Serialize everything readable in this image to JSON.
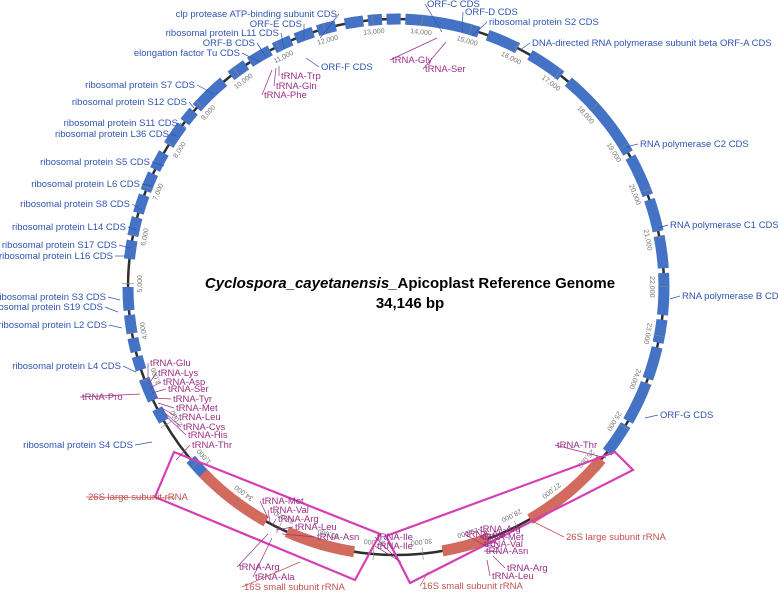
{
  "title": {
    "italic": "Cyclospora_cayetanensis_",
    "rest": "Apicoplast Reference Genome",
    "length": "34,146 bp"
  },
  "colors": {
    "backbone": "#2f2f2f",
    "cds": "#4472c4",
    "rrna": "#d36a5e",
    "trna": "#9b2d86",
    "cds_label": "#2f55b0",
    "rrna_label": "#c0504d",
    "box": "#d63fb4"
  },
  "ticks": [
    "1,000",
    "2,000",
    "3,000",
    "4,000",
    "5,000",
    "6,000",
    "7,000",
    "8,000",
    "9,000",
    "10,000",
    "11,000",
    "12,000",
    "13,000",
    "14,000",
    "15,000",
    "16,000",
    "17,000",
    "18,000",
    "19,000",
    "20,000",
    "21,000",
    "22,000",
    "23,000",
    "24,000",
    "25,000",
    "26,000",
    "27,000",
    "28,000",
    "29,000",
    "30,000",
    "31,000",
    "32,000",
    "33,000",
    "34,000"
  ],
  "labels": [
    {
      "text": "clp protease ATP-binding subunit CDS",
      "kind": "cds"
    },
    {
      "text": "ORF-E CDS",
      "kind": "cds"
    },
    {
      "text": "ribosomal protein L11 CDS",
      "kind": "cds"
    },
    {
      "text": "ORF-B CDS",
      "kind": "cds"
    },
    {
      "text": "elongation factor Tu CDS",
      "kind": "cds"
    },
    {
      "text": "ORF-F CDS",
      "kind": "cds"
    },
    {
      "text": "tRNA-Trp",
      "kind": "trna"
    },
    {
      "text": "tRNA-Gln",
      "kind": "trna"
    },
    {
      "text": "tRNA-Phe",
      "kind": "trna"
    },
    {
      "text": "ORF-C CDS",
      "kind": "cds"
    },
    {
      "text": "ORF-D CDS",
      "kind": "cds"
    },
    {
      "text": "ribosomal protein S2 CDS",
      "kind": "cds"
    },
    {
      "text": "DNA-directed RNA polymerase subunit beta ORF-A CDS",
      "kind": "cds"
    },
    {
      "text": "tRNA-Gly",
      "kind": "trna"
    },
    {
      "text": "tRNA-Ser",
      "kind": "trna"
    },
    {
      "text": "ribosomal protein S7 CDS",
      "kind": "cds"
    },
    {
      "text": "ribosomal protein S12 CDS",
      "kind": "cds"
    },
    {
      "text": "ribosomal protein S11 CDS",
      "kind": "cds"
    },
    {
      "text": "ribosomal protein L36 CDS",
      "kind": "cds"
    },
    {
      "text": "ribosomal protein S5 CDS",
      "kind": "cds"
    },
    {
      "text": "ribosomal protein L6 CDS",
      "kind": "cds"
    },
    {
      "text": "ribosomal protein S8 CDS",
      "kind": "cds"
    },
    {
      "text": "ribosomal protein L14 CDS",
      "kind": "cds"
    },
    {
      "text": "ribosomal protein S17 CDS",
      "kind": "cds"
    },
    {
      "text": "ribosomal protein L16 CDS",
      "kind": "cds"
    },
    {
      "text": "ribosomal protein S3 CDS",
      "kind": "cds"
    },
    {
      "text": "ribosomal protein S19 CDS",
      "kind": "cds"
    },
    {
      "text": "ribosomal protein L2 CDS",
      "kind": "cds"
    },
    {
      "text": "ribosomal protein L4 CDS",
      "kind": "cds"
    },
    {
      "text": "ribosomal protein S4 CDS",
      "kind": "cds"
    },
    {
      "text": "RNA polymerase C2 CDS",
      "kind": "cds"
    },
    {
      "text": "RNA polymerase C1 CDS",
      "kind": "cds"
    },
    {
      "text": "RNA polymerase B CDS",
      "kind": "cds"
    },
    {
      "text": "ORF-G CDS",
      "kind": "cds"
    },
    {
      "text": "tRNA-Glu",
      "kind": "trna"
    },
    {
      "text": "tRNA-Lys",
      "kind": "trna"
    },
    {
      "text": "tRNA-Asp",
      "kind": "trna"
    },
    {
      "text": "tRNA-Ser",
      "kind": "trna"
    },
    {
      "text": "tRNA-Tyr",
      "kind": "trna"
    },
    {
      "text": "tRNA-Met",
      "kind": "trna"
    },
    {
      "text": "tRNA-Leu",
      "kind": "trna"
    },
    {
      "text": "tRNA-Cys",
      "kind": "trna"
    },
    {
      "text": "tRNA-His",
      "kind": "trna"
    },
    {
      "text": "tRNA-Pro",
      "kind": "trna"
    },
    {
      "text": "tRNA-Thr",
      "kind": "trna"
    },
    {
      "text": "tRNA-Thr",
      "kind": "trna"
    },
    {
      "text": "26S large subunit rRNA",
      "kind": "rrna"
    },
    {
      "text": "26S large subunit rRNA",
      "kind": "rrna"
    },
    {
      "text": "tRNA-Met",
      "kind": "trna"
    },
    {
      "text": "tRNA-Val",
      "kind": "trna"
    },
    {
      "text": "tRNA-Arg",
      "kind": "trna"
    },
    {
      "text": "tRNA-Leu",
      "kind": "trna"
    },
    {
      "text": "tRNA-Asn",
      "kind": "trna"
    },
    {
      "text": "tRNA-Arg",
      "kind": "trna"
    },
    {
      "text": "tRNA-Ala",
      "kind": "trna"
    },
    {
      "text": "16S small subunit rRNA",
      "kind": "rrna"
    },
    {
      "text": "tRNA-Ile",
      "kind": "trna"
    },
    {
      "text": "tRNA-Ile",
      "kind": "trna"
    },
    {
      "text": "tRNA-Arg",
      "kind": "trna"
    },
    {
      "text": "tRNA-Met",
      "kind": "trna"
    },
    {
      "text": "tRNA-Val",
      "kind": "trna"
    },
    {
      "text": "tRNA-Asn",
      "kind": "trna"
    },
    {
      "text": "tRNA-Ala",
      "kind": "trna"
    },
    {
      "text": "tRNA-Arg",
      "kind": "trna"
    },
    {
      "text": "tRNA-Leu",
      "kind": "trna"
    },
    {
      "text": "16S small subunit rRNA",
      "kind": "rrna"
    }
  ]
}
